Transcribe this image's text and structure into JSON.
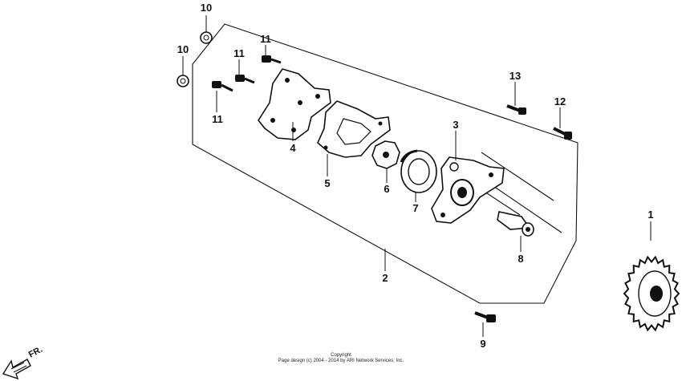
{
  "callouts": {
    "c1": "1",
    "c2": "2",
    "c3": "3",
    "c4": "4",
    "c5": "5",
    "c6": "6",
    "c7": "7",
    "c8": "8",
    "c9": "9",
    "c10a": "10",
    "c10b": "10",
    "c11a": "11",
    "c11b": "11",
    "c11c": "11",
    "c12": "12",
    "c13": "13"
  },
  "direction_label": "FR.",
  "copyright": {
    "line1": "Copyright",
    "line2": "Page design (c) 2004 - 2014 by ARI Network Services, Inc."
  }
}
